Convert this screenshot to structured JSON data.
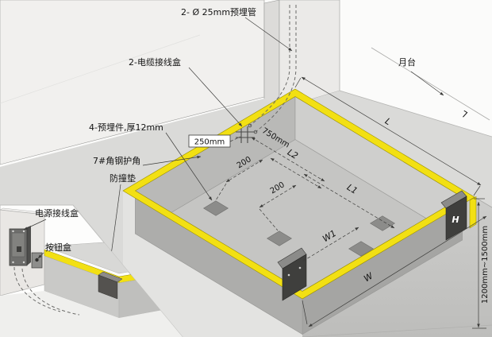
{
  "scene": {
    "description": "Isometric installation diagram of a dock leveler pit on a loading platform with embedded parts, junction boxes and bumpers"
  },
  "colors": {
    "safety_yellow": "#F2E013",
    "pit_floor": "#C5C5C3",
    "pit_wall_back_left": "#B9B9B7",
    "pit_wall_back_right": "#CFCFCD",
    "pit_wall_front": "#A5A5A3",
    "platform_top": "#DADAD8",
    "dock_face": "#C9C9C7",
    "bumper": "#3F3F3D",
    "line": "#3C3C3A"
  },
  "callouts": {
    "embedded_pipes": "2- Ø 25mm预埋管",
    "cable_junction_box": "2-电缆接线盒",
    "platform": "月台",
    "embedded_plates": "4-预埋件,厚12mm",
    "corner_angle_steel": "7#角钢护角",
    "bumper_pad": "防撞垫",
    "power_junction_box": "电源接线盒",
    "button_box": "按钮盒"
  },
  "dimensions": {
    "box_offset": "250mm",
    "box_spacing": "750mm",
    "plate_spacing_1": "200",
    "plate_spacing_2": "200",
    "L2": "L2",
    "L1": "L1",
    "W1": "W1",
    "pit_length": "L",
    "platform_length": "L",
    "pit_width": "W",
    "pit_depth": "H",
    "dock_height": "1200mm~1500mm"
  }
}
